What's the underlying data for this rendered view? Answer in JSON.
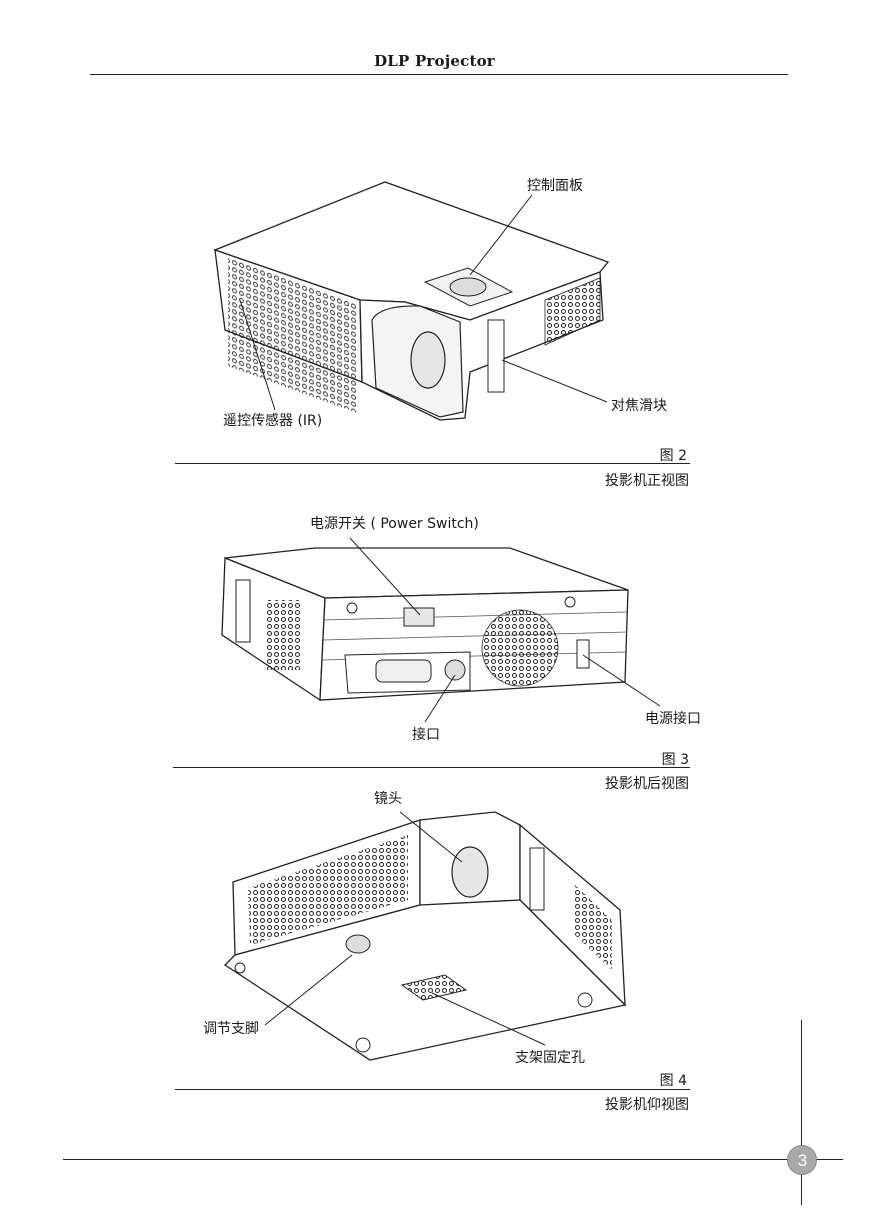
{
  "header": {
    "title": "DLP Projector"
  },
  "figures": [
    {
      "number": "图 2",
      "caption": "投影机正视图",
      "labels": {
        "control_panel": "控制面板",
        "focus_slider": "对焦滑块",
        "ir_sensor": "遥控传感器 (IR)"
      }
    },
    {
      "number": "图 3",
      "caption": "投影机后视图",
      "labels": {
        "power_switch": "电源开关 ( Power Switch)",
        "interface": "接口",
        "power_socket": "电源接口"
      }
    },
    {
      "number": "图 4",
      "caption": "投影机仰视图",
      "labels": {
        "lens": "镜头",
        "adjust_foot": "调节支脚",
        "mount_holes": "支架固定孔"
      }
    }
  ],
  "footer": {
    "page_number": "3"
  }
}
